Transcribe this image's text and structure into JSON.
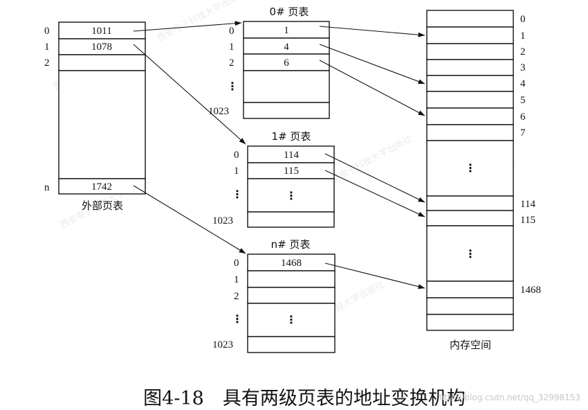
{
  "outer_table": {
    "caption": "外部页表",
    "index_labels": [
      "0",
      "1",
      "2",
      "n"
    ],
    "entries": [
      "1011",
      "1078",
      "1742"
    ]
  },
  "page_table_0": {
    "title": "0# 页表",
    "index_labels": [
      "0",
      "1",
      "2",
      "⋮",
      "1023"
    ],
    "entries": [
      "1",
      "4",
      "6"
    ]
  },
  "page_table_1": {
    "title": "1# 页表",
    "index_labels": [
      "0",
      "1",
      "⋮",
      "1023"
    ],
    "entries": [
      "114",
      "115"
    ],
    "ellipsis": "⋮"
  },
  "page_table_n": {
    "title": "n# 页表",
    "index_labels": [
      "0",
      "1",
      "2",
      "⋮",
      "1023"
    ],
    "entries": [
      "1468"
    ],
    "ellipsis": "⋮"
  },
  "memory": {
    "caption": "内存空间",
    "block_labels": [
      "0",
      "1",
      "2",
      "3",
      "4",
      "5",
      "6",
      "7",
      "114",
      "115",
      "1468"
    ],
    "ellipsis": "⋮"
  },
  "figure": {
    "caption": "图4-18　具有两级页表的地址变换机构",
    "source_mark": "http://blog.csdn.net/qq_32998153"
  },
  "watermark_text": "西安电子科技大学出版社"
}
